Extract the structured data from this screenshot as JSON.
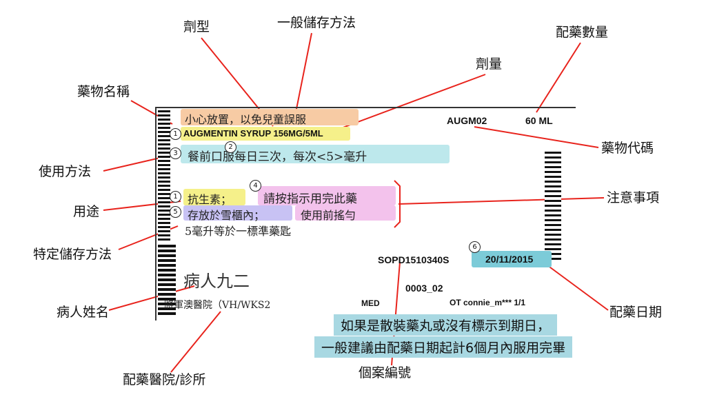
{
  "labels": {
    "dosage_form": "劑型",
    "general_storage": "一般儲存方法",
    "dispense_qty": "配藥數量",
    "dose": "劑量",
    "drug_name": "藥物名稱",
    "drug_code": "藥物代碼",
    "usage": "使用方法",
    "precautions": "注意事項",
    "purpose": "用途",
    "special_storage": "特定儲存方法",
    "patient_name": "病人姓名",
    "dispense_date": "配藥日期",
    "hospital": "配藥醫院/診所",
    "case_number": "個案編號"
  },
  "label_card": {
    "warning": "小心放置，以免兒童誤服",
    "drug_line": "AUGMENTIN SYRUP 156MG/5ML",
    "drug_code": "AUGM02",
    "quantity": "60 ML",
    "usage_line": "餐前口服每日三次，每次<5>毫升",
    "purpose_text": "抗生素；",
    "instruction_text": "請按指示用完此藥",
    "storage_text": "存放於雪櫃內；",
    "shake_text": "使用前搖勻",
    "measure_text": "5毫升等於一標準藥匙",
    "case_code": "SOPD1510340S",
    "date": "20/11/2015",
    "sub_code": "0003_02",
    "med": "MED",
    "ot": "OT connie_m***  1/1",
    "patient": "病人九二",
    "hospital": "將軍澳醫院（VH/WKS2"
  },
  "markers": [
    "1",
    "2",
    "3",
    "1",
    "4",
    "5",
    "6"
  ],
  "note": {
    "line1": "如果是散裝藥丸或沒有標示到期日，",
    "line2": "一般建議由配藥日期起計6個月內服用完畢"
  },
  "colors": {
    "line": "#e8231c",
    "hl_orange": "#f7cba4",
    "hl_yellow": "#f5f08a",
    "hl_teal": "#bde8ec",
    "hl_pink": "#f3c2ec",
    "hl_purple": "#c8c2f4",
    "hl_blue": "#7ccbd8",
    "note_bg": "#a8d8e2"
  }
}
